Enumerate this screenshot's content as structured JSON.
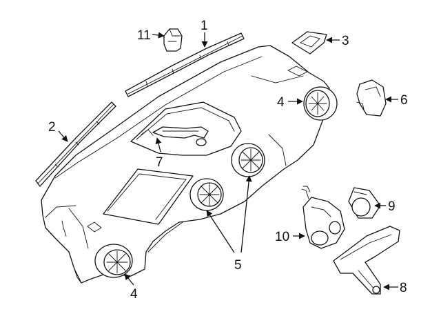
{
  "callouts": [
    {
      "id": "c1",
      "text": "1"
    },
    {
      "id": "c2",
      "text": "2"
    },
    {
      "id": "c3",
      "text": "3"
    },
    {
      "id": "c4a",
      "text": "4"
    },
    {
      "id": "c4b",
      "text": "4"
    },
    {
      "id": "c5",
      "text": "5"
    },
    {
      "id": "c6",
      "text": "6"
    },
    {
      "id": "c7",
      "text": "7"
    },
    {
      "id": "c8",
      "text": "8"
    },
    {
      "id": "c9",
      "text": "9"
    },
    {
      "id": "c10",
      "text": "10"
    },
    {
      "id": "c11",
      "text": "11"
    }
  ],
  "colors": {
    "line": "#111111",
    "background": "#ffffff"
  }
}
